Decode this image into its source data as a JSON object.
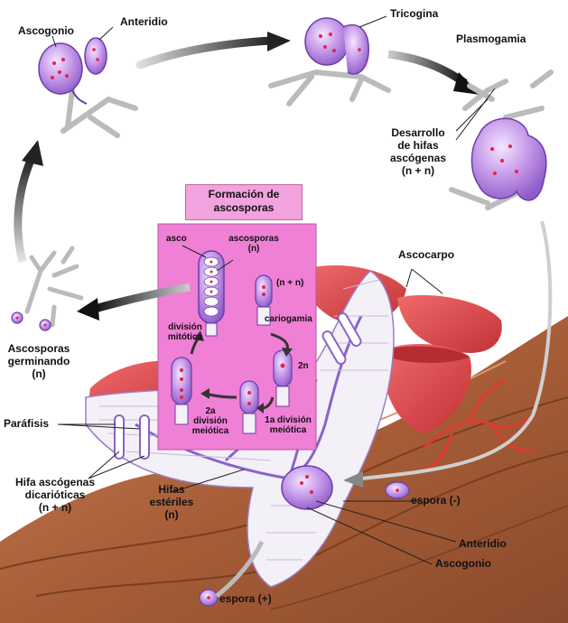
{
  "labels": {
    "ascogonio_top": "Ascogonio",
    "anteridio_top": "Anteridio",
    "tricogina": "Tricogina",
    "plasmogamia": "Plasmogamia",
    "desarrollo": [
      "Desarrollo",
      "de hifas",
      "ascógenas",
      "(n + n)"
    ],
    "formacion": [
      "Formación de",
      "ascosporas"
    ],
    "asco": "asco",
    "ascosporas_n": [
      "ascosporas",
      "(n)"
    ],
    "nn_small": "(n + n)",
    "cariogamia": "cariogamia",
    "division_mitotica": [
      "división",
      "mitótica"
    ],
    "two_n": "2n",
    "second_division": [
      "2a",
      "división",
      "meiótica"
    ],
    "first_division": [
      "1a división",
      "meiótica"
    ],
    "ascocarpo": "Ascocarpo",
    "germinando": [
      "Ascosporas",
      "germinando",
      "(n)"
    ],
    "parafisis": "Paráfisis",
    "hifa_ascogenas": [
      "Hifa ascógenas",
      "dicarióticas",
      "(n + n)"
    ],
    "hifas_esteriles": [
      "Hifas",
      "estériles",
      "(n)"
    ],
    "espora_minus": "espora (-)",
    "anteridio_bottom": "Anteridio",
    "ascogonio_bottom": "Ascogonio",
    "espora_plus": "espora (+)"
  },
  "colors": {
    "panel": "#f07fd6",
    "title_box": "#f2a2dc",
    "cell_purple": "#b47ce0",
    "nucleus_red": "#e8204a",
    "wood": "#b5693f",
    "cup_red": "#e0454a",
    "cycle_arrow": "#555555"
  }
}
